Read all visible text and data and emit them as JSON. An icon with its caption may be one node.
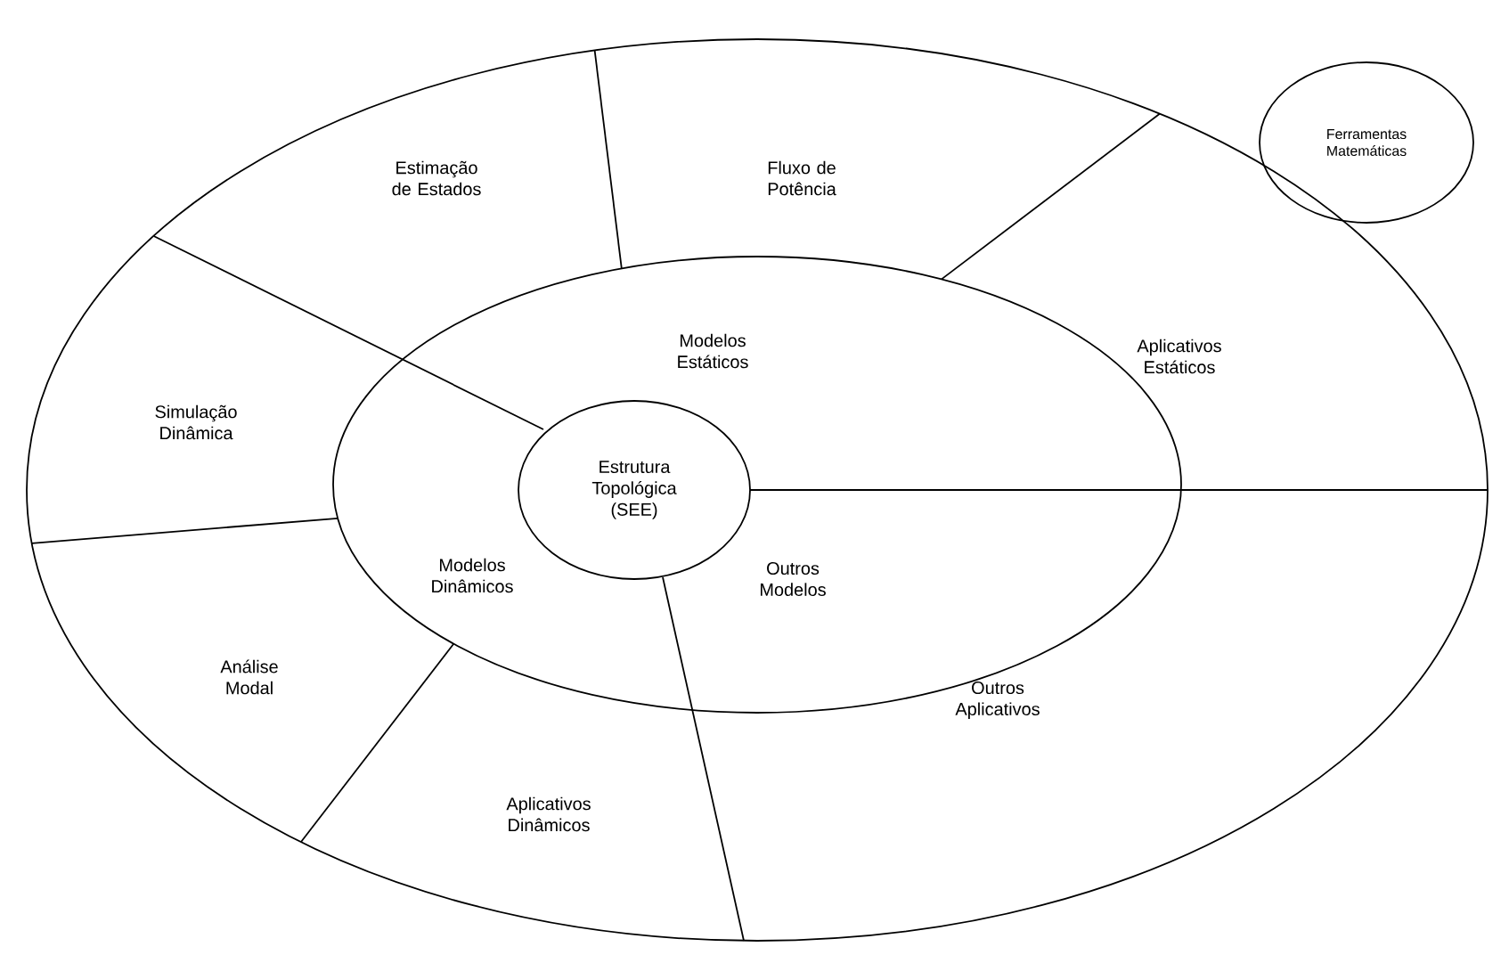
{
  "diagram": {
    "nodes": [
      {
        "text": [],
        "shape": "ellipse"
      },
      {
        "text": [
          "Estimação de Estados"
        ],
        "in": 0
      },
      {
        "text": [
          "Fluxo de Potência"
        ],
        "in": 0
      },
      {
        "text": [
          "Aplicativos Estáticos"
        ],
        "in": 0
      },
      {
        "text": [
          "Outros Aplicativos"
        ],
        "in": 0
      },
      {
        "text": [
          "Aplicativos Dinâmicos"
        ],
        "in": 0
      },
      {
        "text": [
          "Análise Modal"
        ],
        "in": 0
      },
      {
        "text": [
          "Simulação Dinâmica"
        ],
        "in": 0
      },
      {
        "text": [],
        "shape": "ellipse",
        "in": 0
      },
      {
        "text": [
          "Modelos Estáticos"
        ],
        "in": 8
      },
      {
        "text": [
          "Outros Modelos"
        ],
        "in": 8
      },
      {
        "text": [
          "Modelos Dinâmicos"
        ],
        "in": 8
      },
      {
        "text": [
          "Estrutura Topológica (SEE)"
        ],
        "in": 8
      },
      {
        "text": [
          "Ferramentas Matemáticas"
        ]
      }
    ]
  }
}
